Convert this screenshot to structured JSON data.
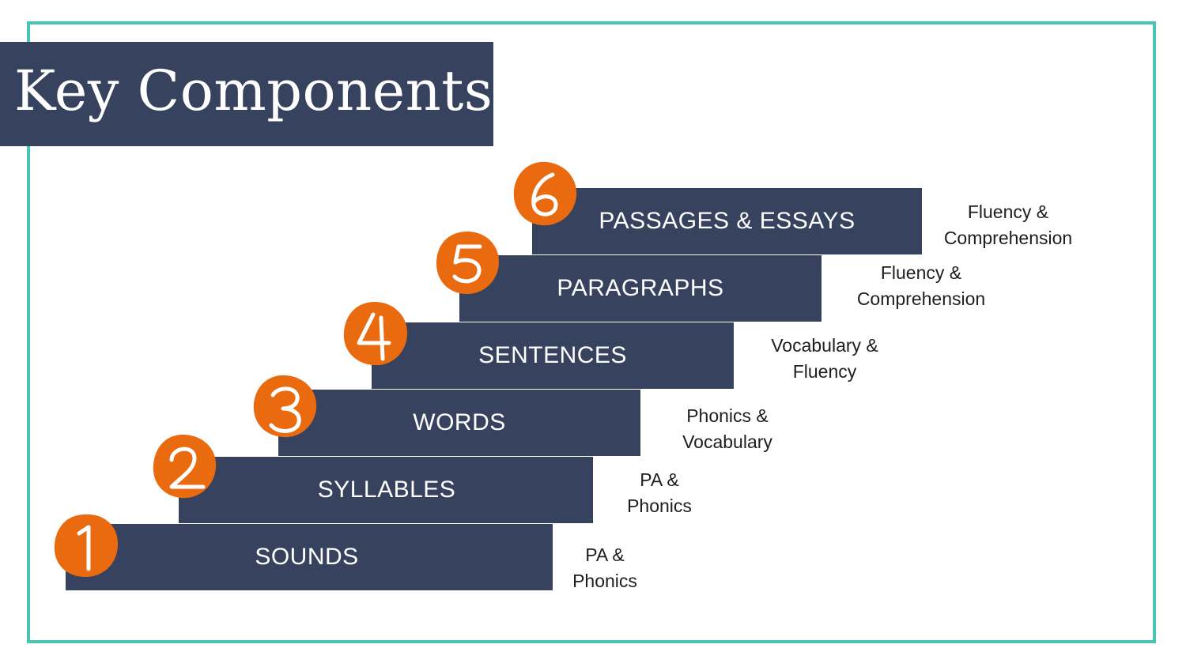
{
  "title": "Key Components",
  "colors": {
    "frame": "#4cc4b4",
    "navy": "#37425f",
    "badge": "#ea6a0f"
  },
  "steps": [
    {
      "number": "1",
      "label": "SOUNDS",
      "note_line1": "PA &",
      "note_line2": "Phonics"
    },
    {
      "number": "2",
      "label": "SYLLABLES",
      "note_line1": "PA &",
      "note_line2": "Phonics"
    },
    {
      "number": "3",
      "label": "WORDS",
      "note_line1": "Phonics &",
      "note_line2": "Vocabulary"
    },
    {
      "number": "4",
      "label": "SENTENCES",
      "note_line1": "Vocabulary &",
      "note_line2": "Fluency"
    },
    {
      "number": "5",
      "label": "PARAGRAPHS",
      "note_line1": "Fluency &",
      "note_line2": "Comprehension"
    },
    {
      "number": "6",
      "label": "PASSAGES & ESSAYS",
      "note_line1": "Fluency &",
      "note_line2": "Comprehension"
    }
  ]
}
